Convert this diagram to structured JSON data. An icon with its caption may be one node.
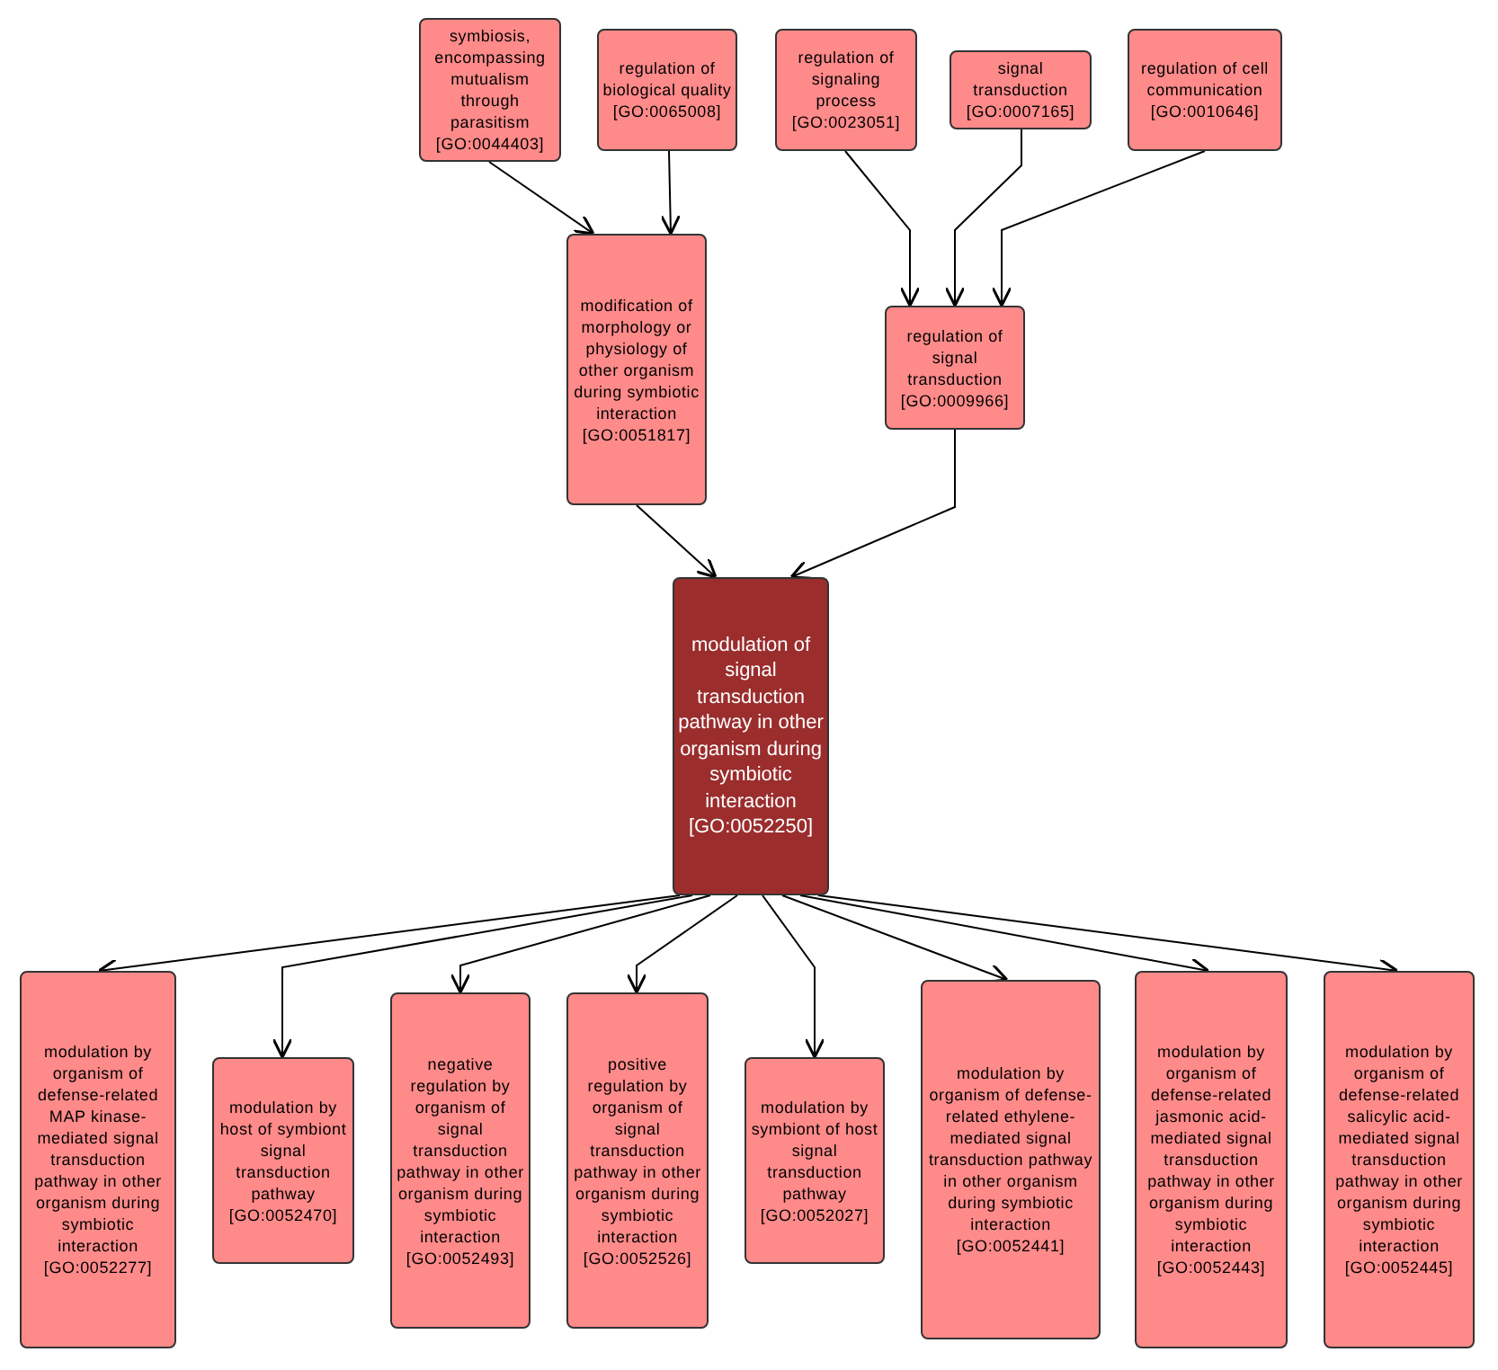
{
  "diagram": {
    "nodes": [
      {
        "text": [
          "symbiosis, encompassing mutualism through parasitism",
          "[GO:0044403]"
        ]
      },
      {
        "text": [
          "regulation of biological quality",
          "[GO:0065008]"
        ]
      },
      {
        "text": [
          "regulation of signaling process",
          "[GO:0023051]"
        ]
      },
      {
        "text": [
          "signal transduction",
          "[GO:0007165]"
        ]
      },
      {
        "text": [
          "regulation of cell communication",
          "[GO:0010646]"
        ]
      },
      {
        "text": [
          "modification of morphology or physiology of other organism during symbiotic interaction",
          "[GO:0051817]"
        ]
      },
      {
        "text": [
          "regulation of signal transduction",
          "[GO:0009966]"
        ]
      },
      {
        "text": [
          "modulation of signal transduction pathway in other organism during symbiotic interaction",
          "[GO:0052250]"
        ]
      },
      {
        "text": [
          "modulation by organism of defense-related MAP kinase-mediated signal transduction pathway in other organism during symbiotic interaction",
          "[GO:0052277]"
        ]
      },
      {
        "text": [
          "modulation by host of symbiont signal transduction pathway",
          "[GO:0052470]"
        ]
      },
      {
        "text": [
          "negative regulation by organism of signal transduction pathway in other organism during symbiotic interaction",
          "[GO:0052493]"
        ]
      },
      {
        "text": [
          "positive regulation by organism of signal transduction pathway in other organism during symbiotic interaction",
          "[GO:0052526]"
        ]
      },
      {
        "text": [
          "modulation by symbiont of host signal transduction pathway",
          "[GO:0052027]"
        ]
      },
      {
        "text": [
          "modulation by organism of defense-related ethylene-mediated signal transduction pathway in other organism during symbiotic interaction",
          "[GO:0052441]"
        ]
      },
      {
        "text": [
          "modulation by organism of defense-related jasmonic acid-mediated signal transduction pathway in other organism during symbiotic interaction",
          "[GO:0052443]"
        ]
      },
      {
        "text": [
          "modulation by organism of defense-related salicylic acid-mediated signal transduction pathway in other organism during symbiotic interaction",
          "[GO:0052445]"
        ]
      }
    ],
    "edges": [
      {
        "from": 0,
        "to": 5,
        "arrow": "to"
      },
      {
        "from": 1,
        "to": 5,
        "arrow": "to"
      },
      {
        "from": 2,
        "to": 6,
        "arrow": "to"
      },
      {
        "from": 3,
        "to": 6,
        "arrow": "to"
      },
      {
        "from": 4,
        "to": 6,
        "arrow": "to"
      },
      {
        "from": 5,
        "to": 7,
        "arrow": "to"
      },
      {
        "from": 6,
        "to": 7,
        "arrow": "to"
      },
      {
        "from": 7,
        "to": 8,
        "arrow": "to"
      },
      {
        "from": 7,
        "to": 9,
        "arrow": "to"
      },
      {
        "from": 7,
        "to": 10,
        "arrow": "to"
      },
      {
        "from": 7,
        "to": 11,
        "arrow": "to"
      },
      {
        "from": 7,
        "to": 12,
        "arrow": "to"
      },
      {
        "from": 7,
        "to": 13,
        "arrow": "to"
      },
      {
        "from": 7,
        "to": 14,
        "arrow": "to"
      },
      {
        "from": 7,
        "to": 15,
        "arrow": "to"
      }
    ]
  }
}
